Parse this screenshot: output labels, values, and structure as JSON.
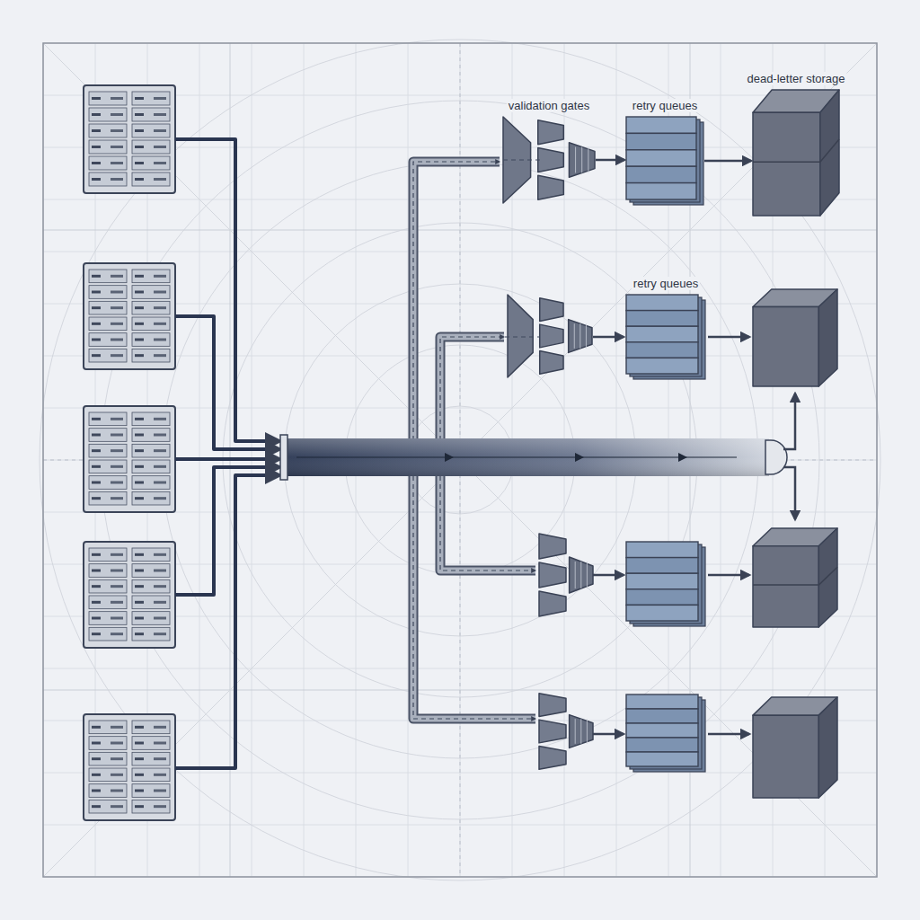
{
  "diagram": {
    "nodes": [
      {
        "text": [
          "validation gates"
        ]
      },
      {
        "text": [
          "retry queues"
        ]
      },
      {
        "text": [
          "dead-letter storage"
        ]
      },
      {
        "text": [
          "retry queues"
        ]
      }
    ],
    "edges": [
      {
        "from": 0,
        "to": 1,
        "arrow": "to"
      },
      {
        "from": 1,
        "to": 2,
        "arrow": "to"
      }
    ]
  }
}
